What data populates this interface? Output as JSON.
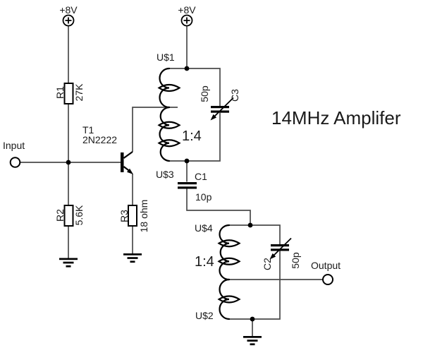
{
  "title": "14MHz Amplifer",
  "rails": {
    "vcc1": "+8V",
    "vcc2": "+8V"
  },
  "ports": {
    "input": "Input",
    "output": "Output"
  },
  "resistors": {
    "r1": {
      "ref": "R1",
      "value": "27K"
    },
    "r2": {
      "ref": "R2",
      "value": "5.6K"
    },
    "r3": {
      "ref": "R3",
      "value": "18 ohm"
    }
  },
  "transistor": {
    "ref": "T1",
    "part": "2N2222"
  },
  "capacitors": {
    "c1": {
      "ref": "C1",
      "value": "10p"
    },
    "c2": {
      "ref": "C2",
      "value": "50p"
    },
    "c3": {
      "ref": "C3",
      "value": "50p"
    }
  },
  "transformers": {
    "tr1": {
      "primary": "U$1",
      "secondary": "U$3",
      "ratio": "1:4"
    },
    "tr2": {
      "primary": "U$4",
      "secondary": "U$2",
      "ratio": "1:4"
    }
  },
  "colors": {
    "wire": "#4a4a4a",
    "component": "#000000",
    "text": "#1a1a1a",
    "background": "#ffffff"
  }
}
